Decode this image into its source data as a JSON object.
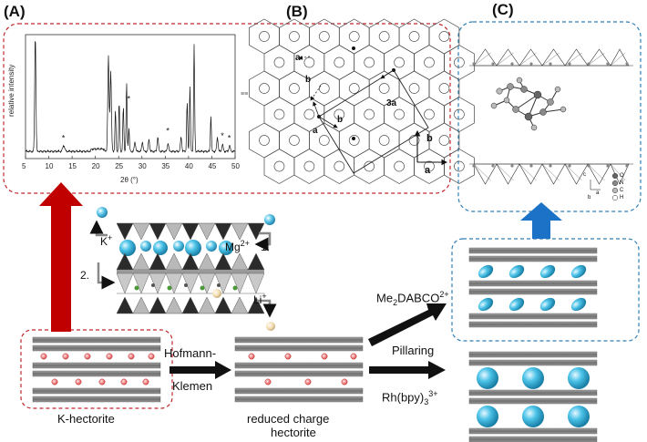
{
  "panels": {
    "a": "(A)",
    "b": "(B)",
    "c": "(C)"
  },
  "xrd": {
    "ylabel": "relative intensity",
    "xlabel": "2θ (°)",
    "ticks": [
      "5",
      "10",
      "15",
      "20",
      "25",
      "30",
      "35",
      "40",
      "45",
      "50"
    ],
    "marker": "*"
  },
  "lattice": {
    "vec_a": "a",
    "vec_b": "b",
    "vec_3a": "3a",
    "axis_a": "a",
    "axis_b": "b",
    "side_mark": "≡≡"
  },
  "molecule": {
    "axes": [
      "c",
      "a",
      "b"
    ],
    "legend": [
      "O",
      "N",
      "C",
      "H"
    ]
  },
  "ions": {
    "k": "K",
    "k_sup": "+",
    "mg": "Mg",
    "mg_sup": "2+",
    "li": "Li",
    "li_sup": "+",
    "step1": "1.",
    "step2": "2."
  },
  "labels": {
    "hofmann1": "Hofmann-",
    "hofmann2": "Klemen",
    "k_hectorite": "K-hectorite",
    "reduced1": "reduced charge",
    "reduced2": "hectorite",
    "pillaring": "Pillaring",
    "me2_a": "Me",
    "me2_sub": "2",
    "me2_b": "DABCO",
    "me2_sup": "2+",
    "rh_a": "Rh(bpy)",
    "rh_sub": "3",
    "rh_sup": "3+"
  },
  "colors": {
    "red_frame": "#c0282d",
    "blue_frame": "#2f7fb5",
    "red_arrow": "#c00000",
    "blue_arrow": "#1b72c6",
    "sphere": "#3fb6dd",
    "layer": "#7d7d7d"
  }
}
